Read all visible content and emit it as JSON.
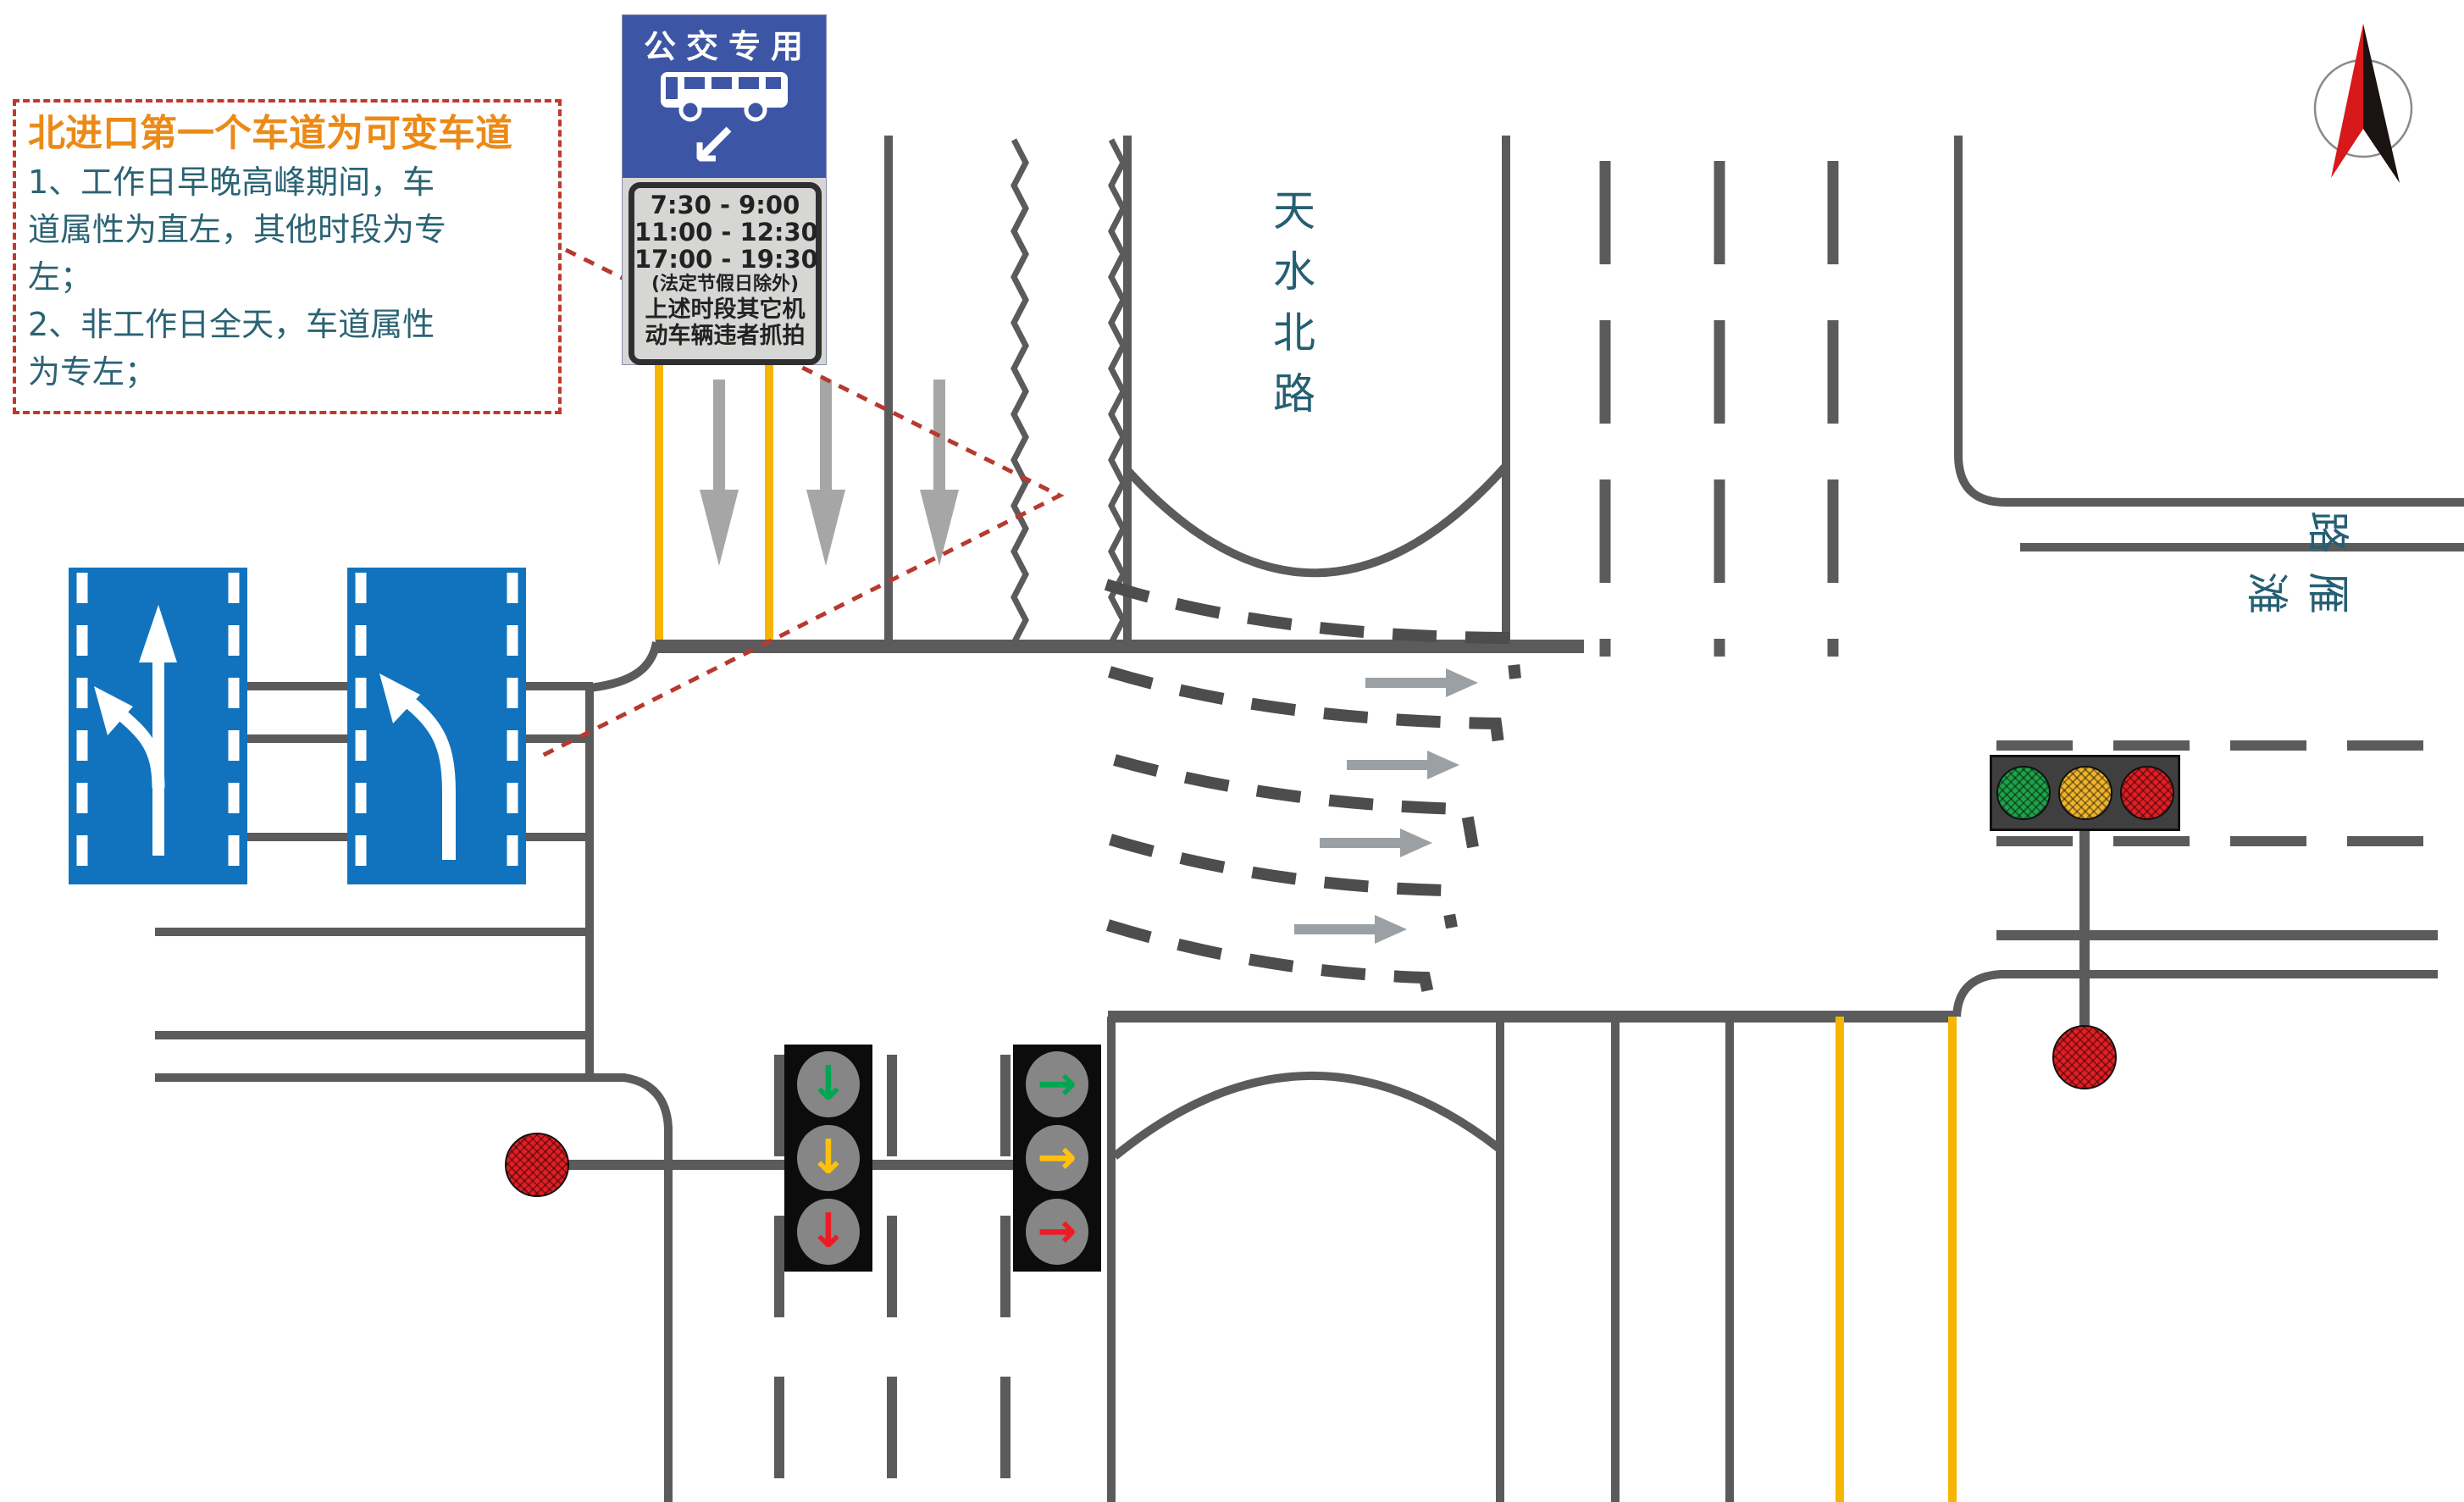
{
  "annotation": {
    "title": "北进口第一个车道为可变车道",
    "lines": [
      "1、工作日早晚高峰期间，车",
      "道属性为直左，其他时段为专",
      "左；",
      "2、非工作日全天，车道属性",
      "为专左；"
    ]
  },
  "bus_sign": {
    "header": "公交专用",
    "arrow_icon": "↙",
    "times": [
      "7:30 - 9:00",
      "11:00 - 12:30",
      "17:00 - 19:30"
    ],
    "notes": [
      "(法定节假日除外)",
      "上述时段其它机",
      "动车辆违者抓拍"
    ]
  },
  "road_labels": {
    "north_road": "天水北路",
    "east_road": "雁滩路"
  },
  "signals": {
    "down_arrow": "↓",
    "right_arrow": "→"
  },
  "colors": {
    "road_gray": "#5b5b5b",
    "guide_gray": "#4d4d4d",
    "lane_yellow": "#f7b500",
    "lane_sign_blue": "#1173bd",
    "bus_sign_blue": "#3d55a5",
    "annotation_orange": "#ec8a17",
    "annotation_teal": "#2b6374",
    "leader_red": "#b8392e",
    "signal_green": "#00a651",
    "signal_yellow": "#ffc10e",
    "signal_red": "#ed1c24"
  }
}
